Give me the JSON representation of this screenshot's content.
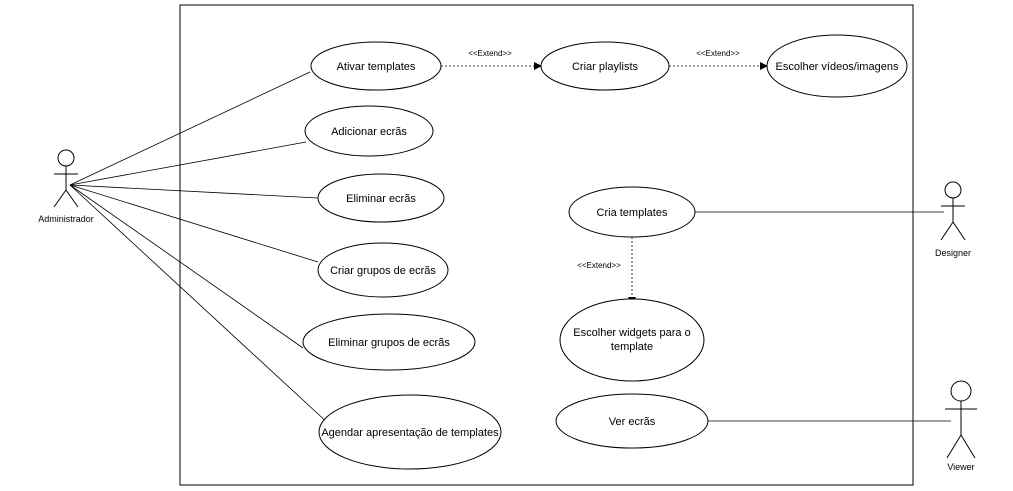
{
  "actors": {
    "administrator": "Administrador",
    "designer": "Designer",
    "viewer": "Viewer"
  },
  "use_cases": {
    "ativar_templates": "Ativar templates",
    "criar_playlists": "Criar playlists",
    "escolher_videos": "Escolher vídeos/imagens",
    "adicionar_ecras": "Adicionar ecrãs",
    "eliminar_ecras": "Eliminar ecrãs",
    "criar_grupos": "Criar grupos de ecrãs",
    "eliminar_grupos": "Eliminar grupos de ecrãs",
    "agendar": "Agendar apresentação de templates",
    "cria_templates": "Cria templates",
    "escolher_widgets_line1": "Escolher widgets para o",
    "escolher_widgets_line2": "template",
    "ver_ecras": "Ver ecrãs"
  },
  "relations": {
    "extend_1": "<<Extend>>",
    "extend_2": "<<Extend>>",
    "extend_3": "<<Extend>>"
  }
}
